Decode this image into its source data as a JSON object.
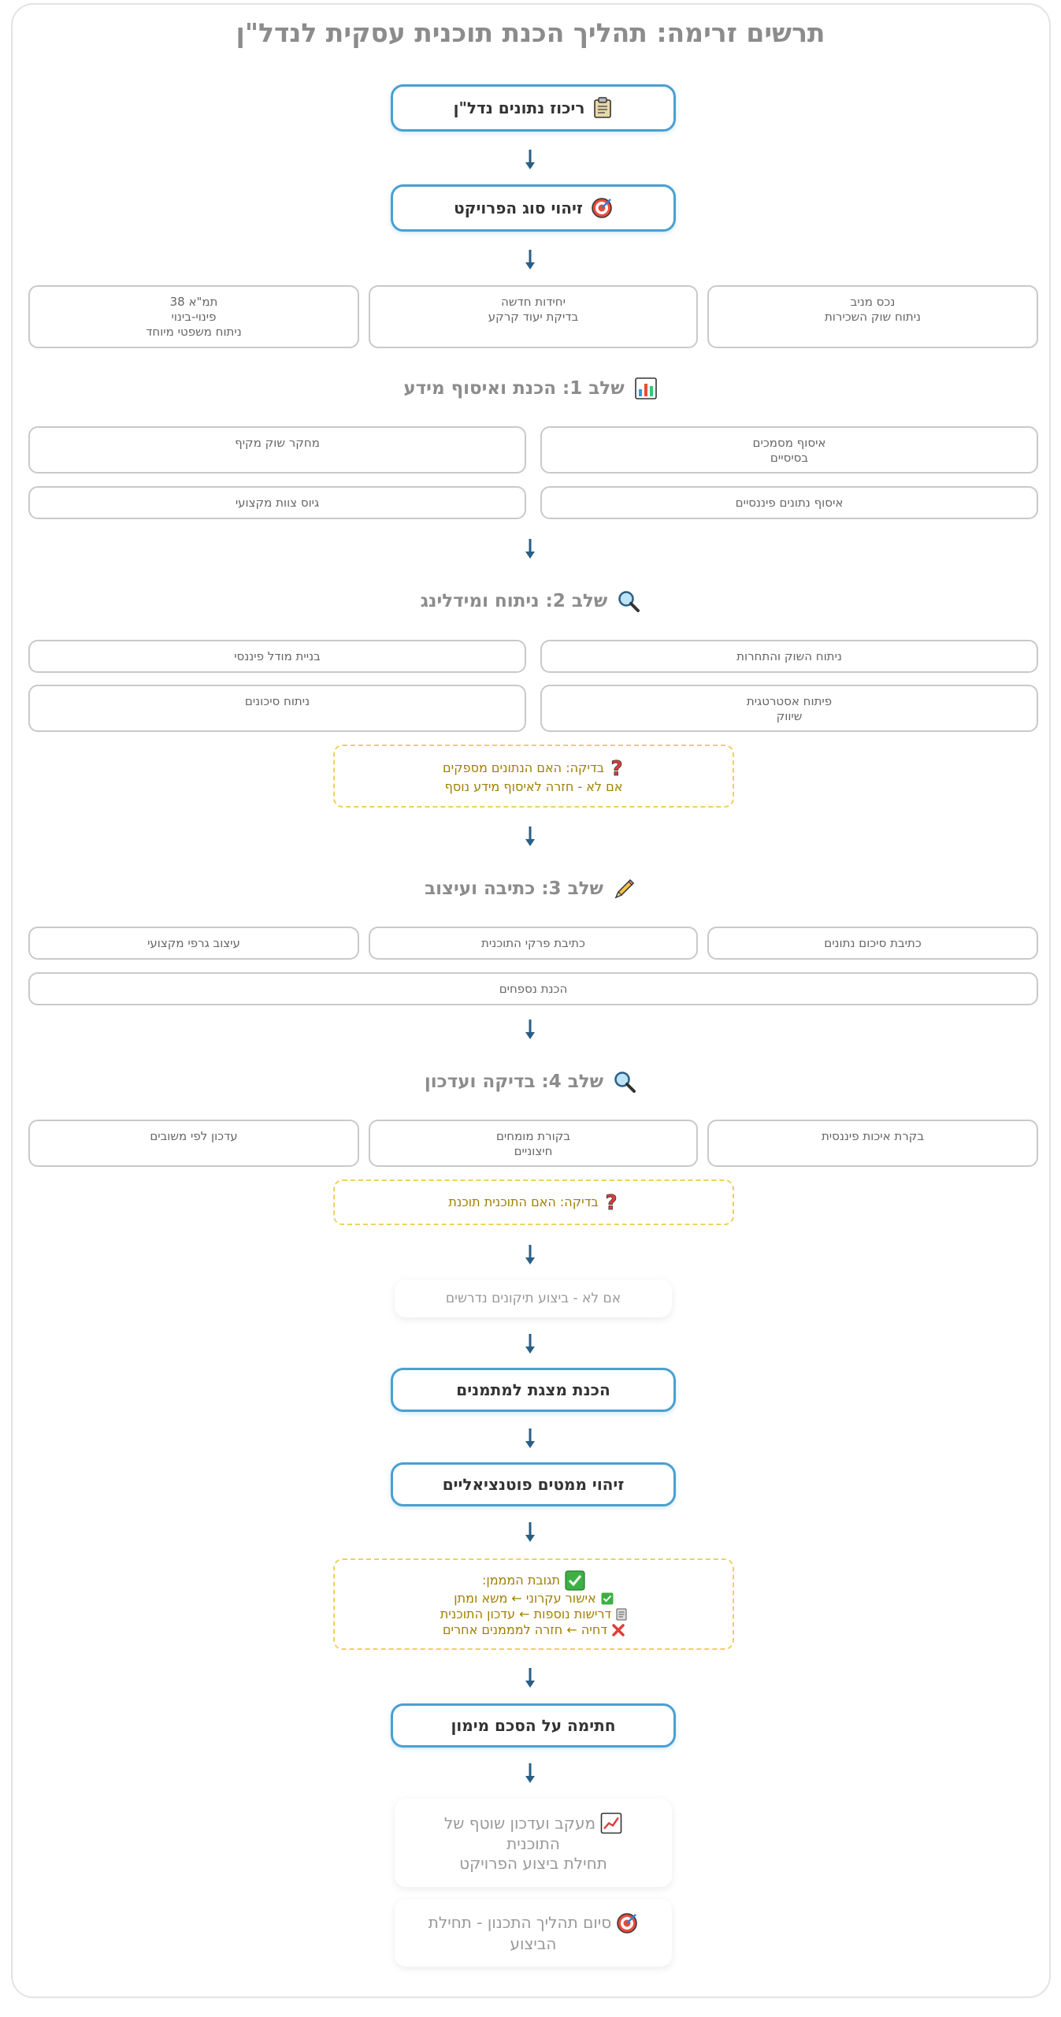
{
  "title": "תרשים זרימה: תהליך הכנת תוכנית עסקית לנדל\"ן",
  "start": "ריכוז נתונים נדל\"ן",
  "identify": "זיהוי סוג הפרויקט",
  "types": [
    {
      "l1": "נכס מניב",
      "l2": "ניתוח שוק השכירות",
      "l3": ""
    },
    {
      "l1": "יחידות חדשה",
      "l2": "בדיקת יעוד קרקע",
      "l3": ""
    },
    {
      "l1": "תמ\"א 38",
      "l2": "פינוי-בינוי",
      "l3": "ניתוח משפטי מיוחד"
    }
  ],
  "stage1": {
    "title": "שלב 1: הכנת ואיסוף מידע",
    "boxes": [
      {
        "l1": "איסוף מסמכים",
        "l2": "בסיסיים"
      },
      {
        "l1": "מחקר שוק מקיף",
        "l2": ""
      },
      {
        "l1": "איסוף נתונים פיננסיים",
        "l2": ""
      },
      {
        "l1": "גיוס צוות מקצועי",
        "l2": ""
      }
    ]
  },
  "stage2": {
    "title": "שלב 2: ניתוח ומידלינג",
    "boxes": [
      {
        "l1": "ניתוח השוק והתחרות",
        "l2": ""
      },
      {
        "l1": "בניית מודל פיננסי",
        "l2": ""
      },
      {
        "l1": "פיתוח אסטרטגית",
        "l2": "שיווק"
      },
      {
        "l1": "ניתוח סיכונים",
        "l2": ""
      }
    ],
    "check_l1": "בדיקה: האם הנתונים מספקים",
    "check_l2": "אם לא - חזרה לאיסוף מידע נוסף"
  },
  "stage3": {
    "title": "שלב 3: כתיבה ועיצוב",
    "boxes": [
      {
        "l1": "כתיבת סיכום נתונים"
      },
      {
        "l1": "כתיבת פרקי התוכנית"
      },
      {
        "l1": "עיצוב גרפי מקצועי"
      }
    ],
    "appendix": "הכנת נספחים"
  },
  "stage4": {
    "title": "שלב 4: בדיקה ועדכון",
    "boxes": [
      {
        "l1": "בקרת איכות פיננסית",
        "l2": ""
      },
      {
        "l1": "בקורת מומחים",
        "l2": "חיצוניים"
      },
      {
        "l1": "עדכון לפי משובים",
        "l2": ""
      }
    ],
    "check": "בדיקה: האם התוכנית תוכנת"
  },
  "fix": "אם לא - ביצוע תיקונים נדרשים",
  "presentation": "הכנת מצגת למתמנים",
  "investors": "זיהוי ממטים פוטנציאליים",
  "response": {
    "title": "תגובת המממן:",
    "approve": "אישור עקרוני ← משא ומתן",
    "more": "דרישות נוספות ← עדכון התוכנית",
    "reject": "דחיה ← חזרה למממנים אחרים"
  },
  "sign": "חתימה על הסכם מימון",
  "track_l1": "מעקב ועדכון שוטף של",
  "track_l2": "התוכנית",
  "track_l3": "תחילת ביצוע הפרויקט",
  "end_l1": "סיום תהליך התכנון - תחילת",
  "end_l2": "הביצוע",
  "colors": {
    "main_border": "#4aa0d0",
    "arrow": "#2a5f85",
    "decision": "#f0d060"
  }
}
